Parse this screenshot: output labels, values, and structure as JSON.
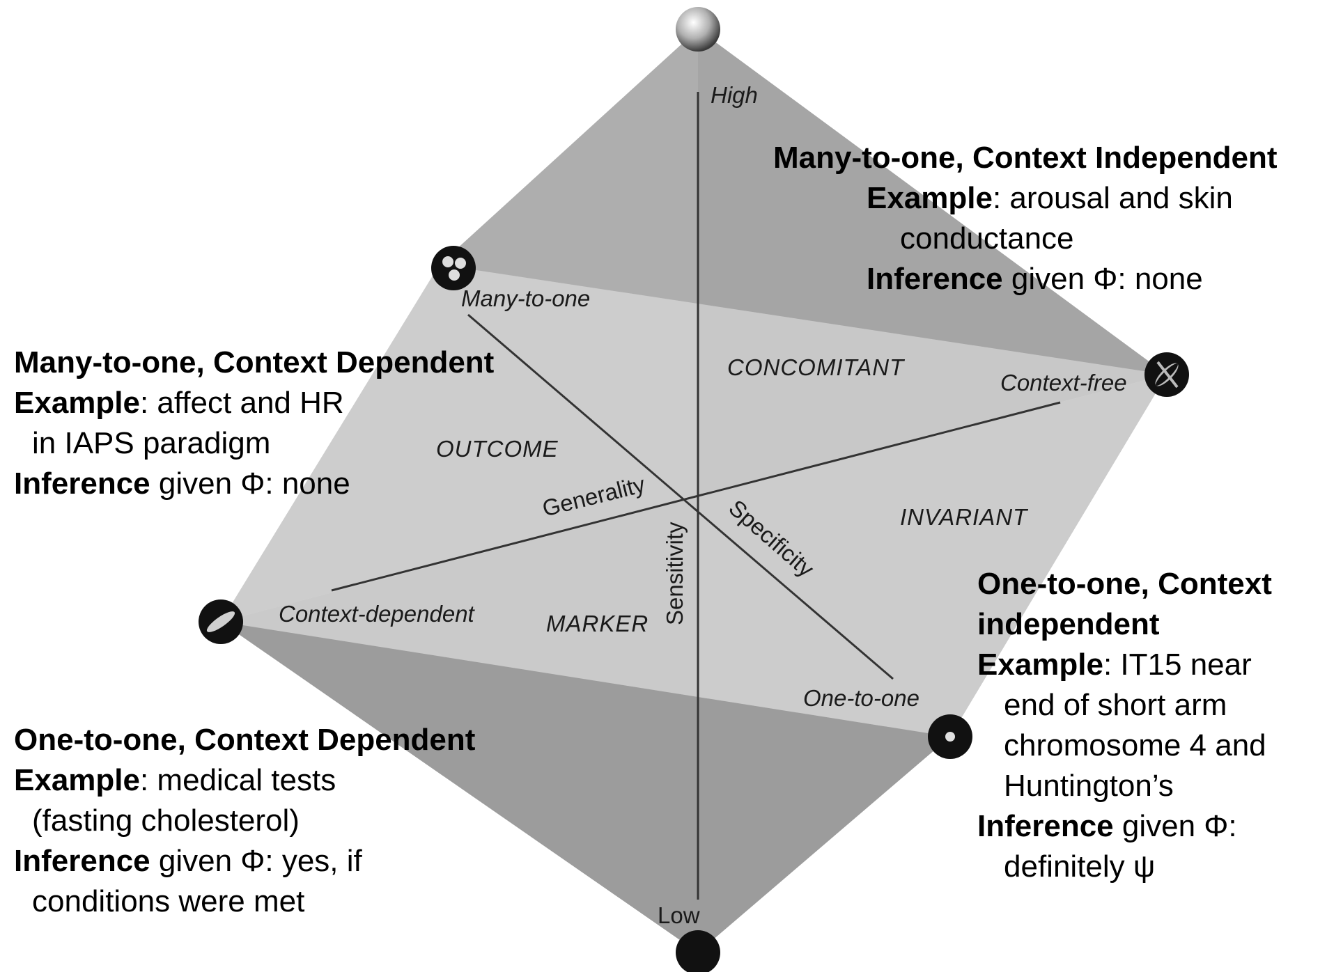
{
  "vertical_axis": {
    "top_label": "High",
    "bottom_label": "Low"
  },
  "axis_labels": {
    "many_to_one": "Many-to-one",
    "one_to_one": "One-to-one",
    "context_free": "Context-free",
    "context_dependent": "Context-dependent",
    "generality": "Generality",
    "specificity": "Specificity",
    "sensitivity": "Sensitivity"
  },
  "regions": {
    "concomitant": "CONCOMITANT",
    "outcome": "OUTCOME",
    "invariant": "INVARIANT",
    "marker": "MARKER"
  },
  "boxes": {
    "top_right": {
      "title": "Many-to-one, Context Independent",
      "example_label": "Example",
      "example_line1": ": arousal and skin",
      "example_line2": "conductance",
      "inference_label": "Inference",
      "inference_text": " given Φ: none"
    },
    "left": {
      "title": "Many-to-one, Context Dependent",
      "example_label": "Example",
      "example_line1": ": affect and HR",
      "example_line2": "in IAPS paradigm",
      "inference_label": "Inference",
      "inference_text": " given Φ: none"
    },
    "bottom_left": {
      "title": "One-to-one, Context Dependent",
      "example_label": "Example",
      "example_line1": ": medical tests",
      "example_line2": "(fasting cholesterol)",
      "inference_label": "Inference",
      "inference_line1": " given Φ: yes, if",
      "inference_line2": "conditions were met"
    },
    "bottom_right": {
      "title_line1": "One-to-one, Context",
      "title_line2": "independent",
      "example_label": "Example",
      "example_line1": ": IT15 near",
      "example_line2": "end of short arm",
      "example_line3": "chromosome 4 and",
      "example_line4": "Huntington’s",
      "inference_label": "Inference",
      "inference_line1": " given Φ:",
      "inference_line2": "definitely ψ"
    }
  },
  "colors": {
    "face_dark": "#a2a2a2",
    "face_mid": "#b6b6b6",
    "face_light": "#cdcdcd",
    "center_plane": "#d8d8d8",
    "axis_line": "#333333"
  }
}
